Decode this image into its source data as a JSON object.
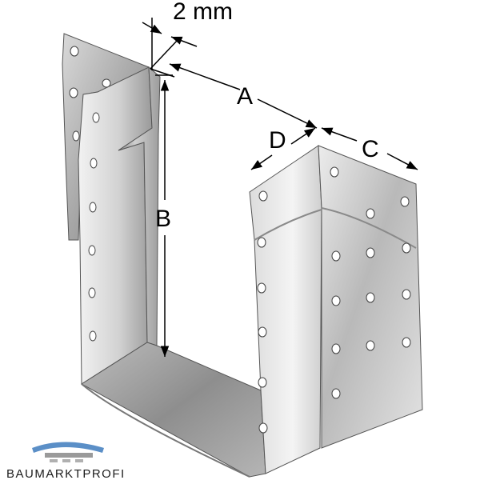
{
  "dimensions": {
    "thickness": "2 mm",
    "a": "A",
    "b": "B",
    "c": "C",
    "d": "D"
  },
  "logo": {
    "text": "BAUMARKTPROFI"
  },
  "colors": {
    "steel_light": "#e6e6e6",
    "steel_mid": "#a9a9a9",
    "steel_dark": "#6f6f6f",
    "logo_blue": "#5b8fc7",
    "logo_gray": "#9a9a9a"
  },
  "icons": [
    "hole-icon",
    "dimension-arrow-icon",
    "roof-logo-icon"
  ]
}
